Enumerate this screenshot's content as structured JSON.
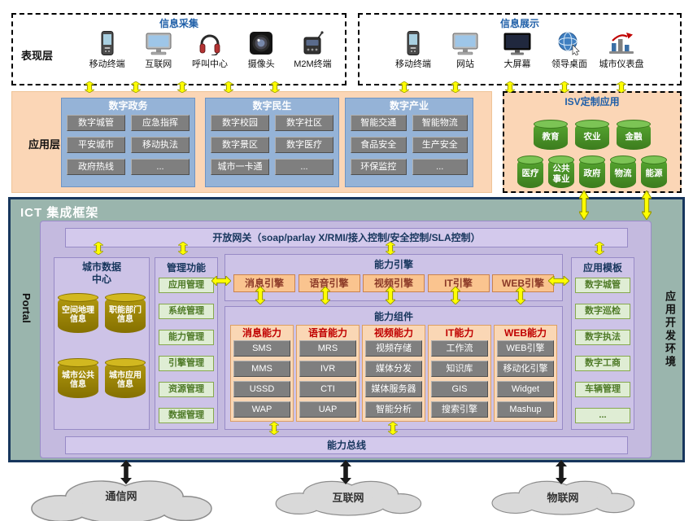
{
  "presentation": {
    "layer_label": "表现层",
    "collect": {
      "title": "信息采集",
      "items": [
        {
          "label": "移动终端",
          "icon": "mobile-phone-icon"
        },
        {
          "label": "互联网",
          "icon": "monitor-icon"
        },
        {
          "label": "呼叫中心",
          "icon": "headset-icon"
        },
        {
          "label": "摄像头",
          "icon": "camera-lens-icon"
        },
        {
          "label": "M2M终端",
          "icon": "m2m-device-icon"
        }
      ]
    },
    "display": {
      "title": "信息展示",
      "items": [
        {
          "label": "移动终端",
          "icon": "mobile-phone-icon"
        },
        {
          "label": "网站",
          "icon": "monitor-icon"
        },
        {
          "label": "大屏幕",
          "icon": "big-screen-icon"
        },
        {
          "label": "领导桌面",
          "icon": "globe-cursor-icon"
        },
        {
          "label": "城市仪表盘",
          "icon": "dashboard-chart-icon"
        }
      ]
    }
  },
  "app_layer": {
    "layer_label": "应用层",
    "groups": [
      {
        "title": "数字政务",
        "items": [
          "数字城管",
          "应急指挥",
          "平安城市",
          "移动执法",
          "政府热线",
          "..."
        ]
      },
      {
        "title": "数字民生",
        "items": [
          "数字校园",
          "数字社区",
          "数字景区",
          "数字医疗",
          "城市一卡通",
          "..."
        ]
      },
      {
        "title": "数字产业",
        "items": [
          "智能交通",
          "智能物流",
          "食品安全",
          "生产安全",
          "环保监控",
          "..."
        ]
      }
    ],
    "isv": {
      "title": "ISV定制应用",
      "row1": [
        "教育",
        "农业",
        "金融"
      ],
      "row2": [
        "医疗",
        "公共事业",
        "政府",
        "物流",
        "能源"
      ]
    }
  },
  "framework": {
    "title": "ICT 集成框架",
    "gateway": "开放网关（soap/parlay X/RMI/接入控制/安全控制/SLA控制）",
    "portal": "Portal",
    "dev_env": "应用开发环境",
    "bus": "能力总线",
    "data_center": {
      "title": "城市数据中心",
      "items": [
        "空间地理信息",
        "职能部门信息",
        "城市公共信息",
        "城市应用信息"
      ]
    },
    "management": {
      "title": "管理功能",
      "items": [
        "应用管理",
        "系统管理",
        "能力管理",
        "引擎管理",
        "资源管理",
        "数据管理"
      ]
    },
    "engines": {
      "title": "能力引擎",
      "items": [
        "消息引擎",
        "语音引擎",
        "视频引擎",
        "IT引擎",
        "WEB引擎"
      ]
    },
    "components": {
      "title": "能力组件",
      "columns": [
        {
          "title": "消息能力",
          "items": [
            "SMS",
            "MMS",
            "USSD",
            "WAP"
          ]
        },
        {
          "title": "语音能力",
          "items": [
            "MRS",
            "IVR",
            "CTI",
            "UAP"
          ]
        },
        {
          "title": "视频能力",
          "items": [
            "视频存储",
            "媒体分发",
            "媒体服务器",
            "智能分析"
          ]
        },
        {
          "title": "IT能力",
          "items": [
            "工作流",
            "知识库",
            "GIS",
            "搜索引擎"
          ]
        },
        {
          "title": "WEB能力",
          "items": [
            "WEB引擎",
            "移动化引擎",
            "Widget",
            "Mashup"
          ]
        }
      ]
    },
    "templates": {
      "title": "应用模板",
      "items": [
        "数字城管",
        "数字巡检",
        "数字执法",
        "数字工商",
        "车辆管理",
        "..."
      ]
    }
  },
  "networks": [
    "通信网",
    "互联网",
    "物联网"
  ],
  "colors": {
    "accent_blue": "#1F5FA8",
    "navy": "#17365D",
    "layer_orange": "#FBD6B6",
    "group_blue": "#95B3D7",
    "panel_lavender": "#C4BADF",
    "button_gray": "#7F7F7F",
    "item_green_bg": "#DFEDD4",
    "engine_orange": "#FAC48F",
    "column_orange": "#FAD7B5",
    "cylinder_green": "#4E9429",
    "cylinder_gold": "#A38A00",
    "arrow_yellow": "#FFFF00",
    "framework_teal": "#9AB5AD"
  }
}
